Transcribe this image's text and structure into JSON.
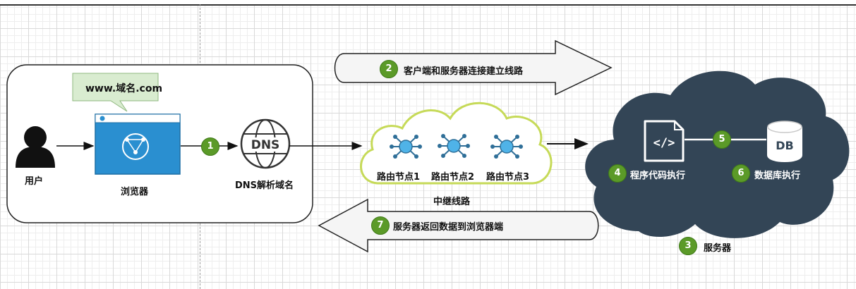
{
  "user": {
    "label": "用户"
  },
  "browser": {
    "label": "浏览器",
    "url_callout": "www.域名.com"
  },
  "dns": {
    "icon_text": "DNS",
    "label": "DNS解析域名"
  },
  "relay": {
    "label": "中继线路",
    "nodes": [
      "路由节点1",
      "路由节点2",
      "路由节点3"
    ]
  },
  "server": {
    "label": "服务器",
    "code_label": "程序代码执行",
    "db_icon_text": "DB",
    "db_label": "数据库执行"
  },
  "steps": {
    "s1": "1",
    "s2": {
      "num": "2",
      "text": "客户端和服务器连接建立线路"
    },
    "s3": "3",
    "s4": "4",
    "s5": "5",
    "s6": "6",
    "s7": {
      "num": "7",
      "text": "服务器返回数据到浏览器端"
    }
  },
  "colors": {
    "badge_green": "#5b9a28",
    "browser_blue": "#2a8fd0",
    "server_cloud": "#334556",
    "relay_cloud_border": "#c6da58"
  }
}
